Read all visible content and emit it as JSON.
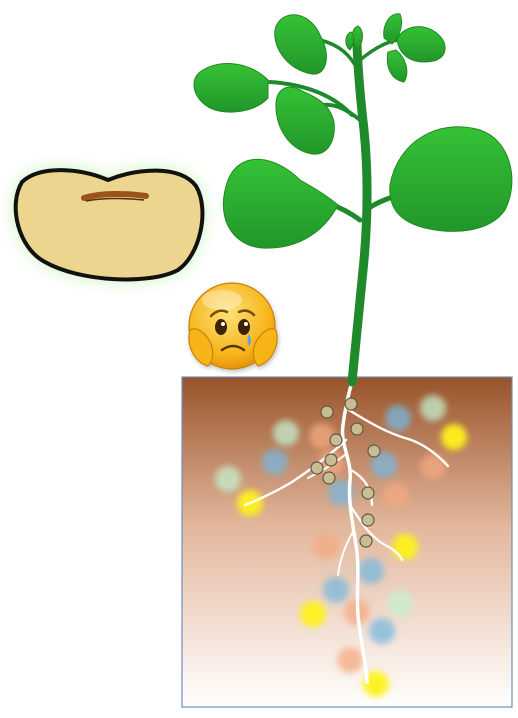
{
  "scene": {
    "elements": [
      "bean-seed",
      "worried-emoji",
      "bean-plant",
      "soil-box",
      "root-system",
      "root-nodules",
      "soil-nutrient-dots"
    ],
    "colors": {
      "background": "#ffffff",
      "seed_fill": "#ecd68f",
      "seed_outline": "#111111",
      "seed_glow": "#b9f0a4",
      "hilum": "#9a5418",
      "leaf": "#2db12d",
      "leaf_dark": "#1f8a1f",
      "stem": "#1f8a2b",
      "soil_top": "#98532a",
      "soil_bottom": "#ffffff",
      "soil_border": "#6f8fbf",
      "root": "#ffffff",
      "nodule": "#c9bd93",
      "nutrient_yellow": "#fff21a",
      "nutrient_blue": "#78b8de",
      "nutrient_orange": "#f4a981",
      "nutrient_green": "#c4f0cf",
      "emoji_face": "#f6b418"
    },
    "emoji_mood": "sad"
  }
}
